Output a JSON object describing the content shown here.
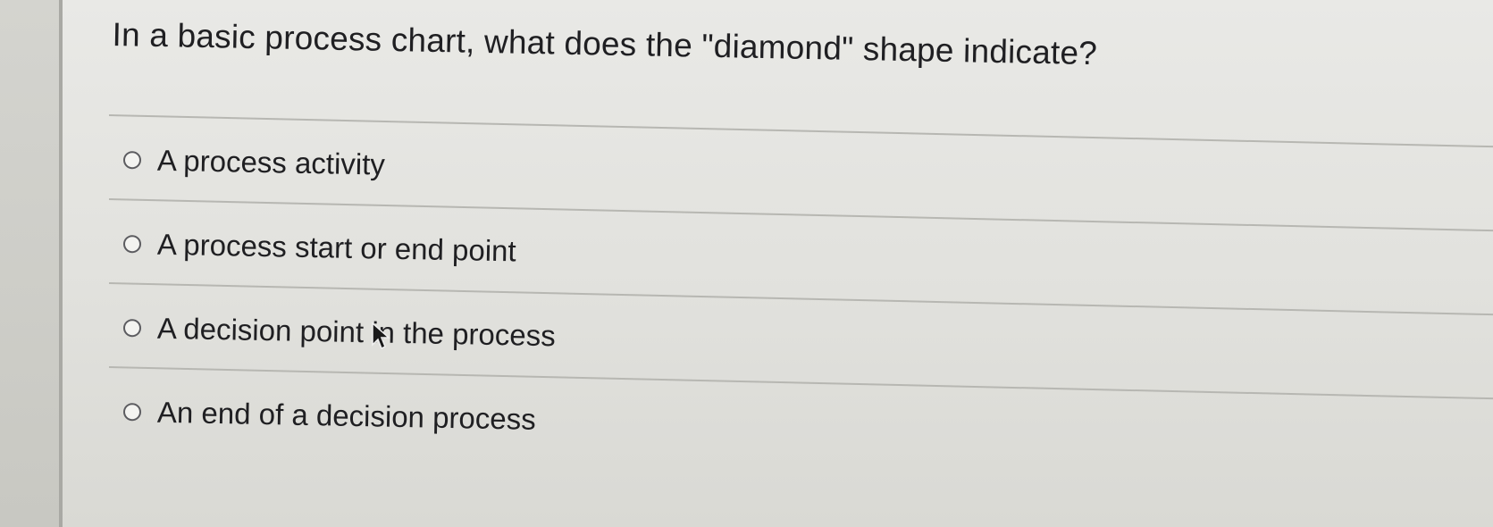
{
  "question": {
    "text": "In a basic process chart, what does the \"diamond\" shape indicate?"
  },
  "options": [
    {
      "label": "A process activity",
      "selected": false
    },
    {
      "label": "A process start or end point",
      "selected": false
    },
    {
      "label": "A decision point in the process",
      "selected": false
    },
    {
      "label": "An end of a decision process",
      "selected": false
    }
  ],
  "colors": {
    "background": "#e4e4e0",
    "text": "#1f1f22",
    "divider": "#b7b7b2",
    "radio_border": "#5c5c60"
  },
  "icons": {
    "radio": "radio-unchecked-icon",
    "cursor": "mouse-pointer-icon"
  }
}
